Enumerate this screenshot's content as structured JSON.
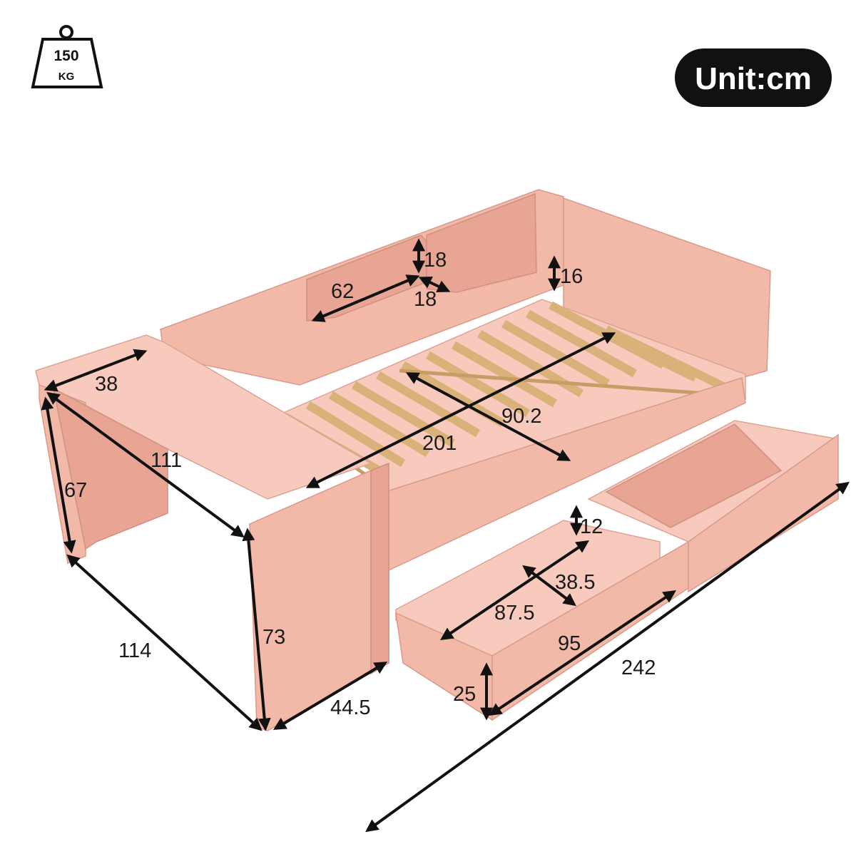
{
  "weight_badge": {
    "value": "150",
    "unit": "KG"
  },
  "unit_badge": {
    "label": "Unit:cm"
  },
  "dimensions": {
    "shelf_height": "18",
    "shelf_width": "62",
    "shelf_depth": "18",
    "headboard_gap": "16",
    "desk_depth": "38",
    "desk_length": "111",
    "desk_height": "67",
    "mattress_length": "201",
    "mattress_width": "90.2",
    "drawer_height_inner": "12",
    "drawer_depth": "38.5",
    "drawer_length": "87.5",
    "drawer_front_width": "95",
    "drawer_height": "25",
    "overall_length": "242",
    "overall_width": "114",
    "overall_height": "73",
    "side_depth": "44.5"
  },
  "colors": {
    "bed": "#f2b8a8",
    "slats": "#d9b27a",
    "arrows": "#111111"
  }
}
